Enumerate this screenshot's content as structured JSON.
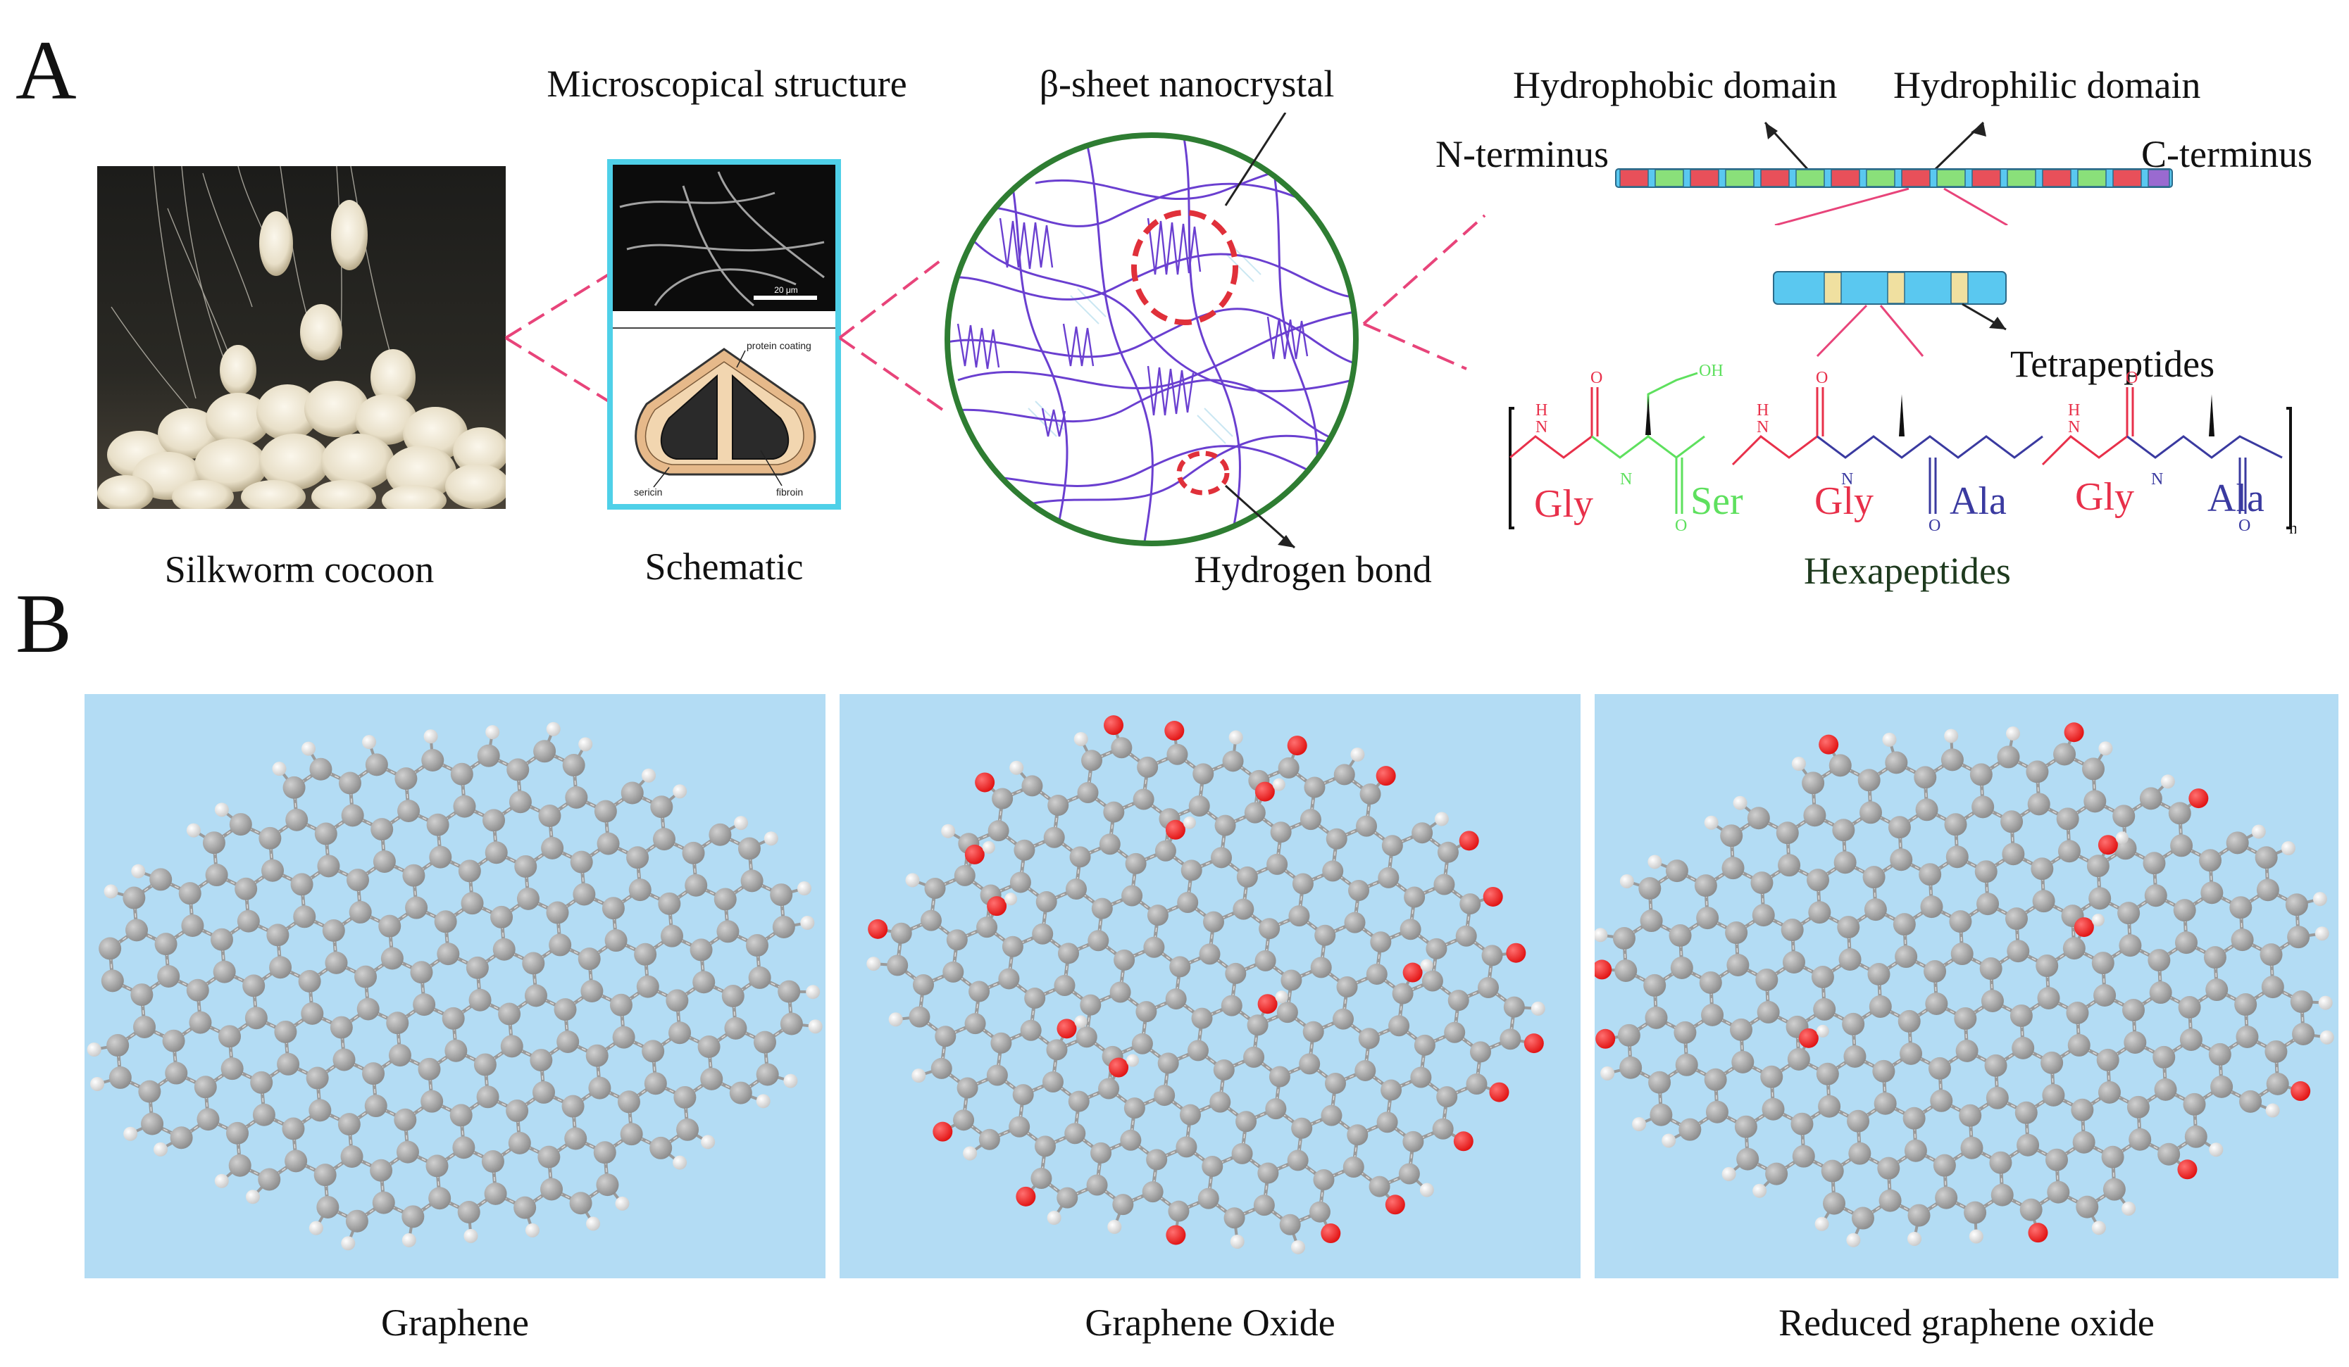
{
  "panels": {
    "a_letter": "A",
    "b_letter": "B"
  },
  "section_a": {
    "cocoon_label": "Silkworm cocoon",
    "micro_title": "Microscopical structure",
    "schematic_label": "Schematic",
    "schematic_tags": {
      "scale": "20 μm",
      "coating": "protein coating",
      "sericin": "sericin",
      "fibroin": "fibroin"
    },
    "beta_sheet_label": "β-sheet nanocrystal",
    "hydrogen_bond_label": "Hydrogen bond",
    "hydrophobic_label": "Hydrophobic domain",
    "hydrophilic_label": "Hydrophilic domain",
    "n_terminus": "N-terminus",
    "c_terminus": "C-terminus",
    "tetrapeptides_label": "Tetrapeptides",
    "hexapeptides_label": "Hexapeptides",
    "residues": [
      "Gly",
      "Ser",
      "Gly",
      "Ala",
      "Gly",
      "Ala"
    ],
    "repeat_subscript": "n",
    "atom_labels": {
      "nh": "H",
      "n": "N",
      "o": "O",
      "oh": "OH"
    }
  },
  "section_b": {
    "captions": [
      "Graphene",
      "Graphene Oxide",
      "Reduced graphene oxide"
    ]
  },
  "colors": {
    "frame_cyan": "#4fd0e8",
    "circle_green": "#2e7d32",
    "chain_purple": "#6a3fd0",
    "dash_red": "#e0303a",
    "pink_leader": "#e8447a",
    "gly_red": "#e8304a",
    "ser_green": "#5ee05e",
    "ala_blue": "#3a3aa0",
    "molecule_bg": "#b3dcf4",
    "carbon_grey": "#8a8a8a",
    "oxygen_red": "#e01010",
    "hydrogen_white": "#ffffff",
    "hydrophobic_seg": "#e8505a",
    "hydrophilic_seg": "#8ae07a",
    "rod_blue": "#5ac8f0",
    "tetra_seg": "#f0e0a0"
  }
}
